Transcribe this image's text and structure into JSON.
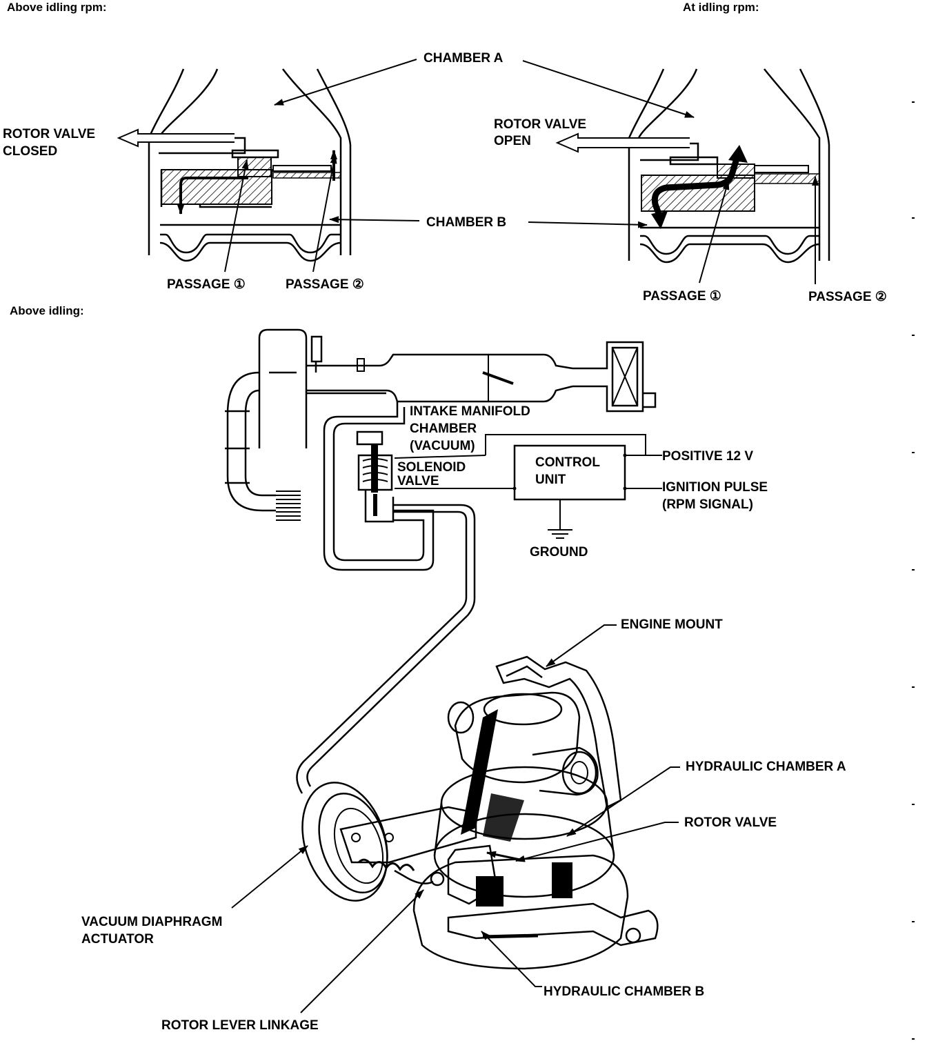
{
  "sections": {
    "above_idling_rpm": "Above idling rpm:",
    "at_idling_rpm": "At idling rpm:",
    "above_idling": "Above idling:"
  },
  "labels": {
    "chamber_a": "CHAMBER A",
    "chamber_b": "CHAMBER B",
    "rotor_valve_closed_1": "ROTOR VALVE",
    "rotor_valve_closed_2": "CLOSED",
    "rotor_valve_open_1": "ROTOR VALVE",
    "rotor_valve_open_2": "OPEN",
    "passage_1_left": "PASSAGE ①",
    "passage_2_left": "PASSAGE ②",
    "passage_1_right": "PASSAGE ①",
    "passage_2_right": "PASSAGE ②",
    "intake_manifold_1": "INTAKE MANIFOLD",
    "intake_manifold_2": "CHAMBER",
    "intake_manifold_3": "(VACUUM)",
    "solenoid_1": "SOLENOID",
    "solenoid_2": "VALVE",
    "control_unit_1": "CONTROL",
    "control_unit_2": "UNIT",
    "positive": "POSITIVE 12 V",
    "ignition_1": "IGNITION PULSE",
    "ignition_2": "(RPM SIGNAL)",
    "ground": "GROUND",
    "engine_mount": "ENGINE MOUNT",
    "hydraulic_a": "HYDRAULIC CHAMBER A",
    "rotor_valve": "ROTOR VALVE",
    "vacuum_1": "VACUUM DIAPHRAGM",
    "vacuum_2": "ACTUATOR",
    "hydraulic_b": "HYDRAULIC CHAMBER B",
    "rotor_lever": "ROTOR LEVER LINKAGE"
  }
}
